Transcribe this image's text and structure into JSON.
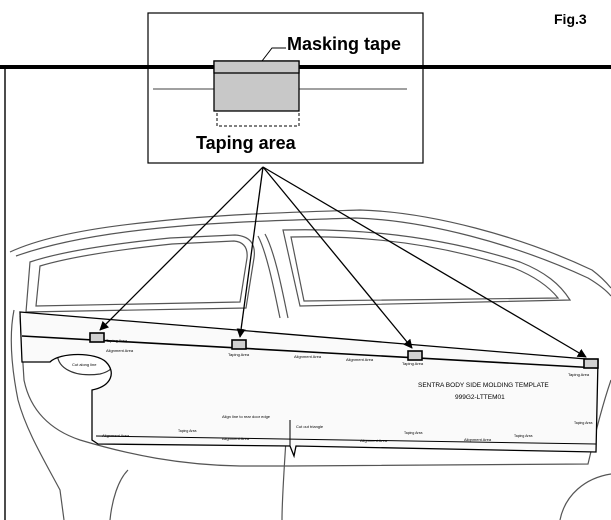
{
  "figure": {
    "fig_label": "Fig.3",
    "inset": {
      "masking_tape_label": "Masking tape",
      "taping_area_label": "Taping area"
    },
    "template": {
      "title": "SENTRA BODY SIDE MOLDING TEMPLATE",
      "part_number": "999G2-LTTEM01",
      "taping_area_small": "Taping Area",
      "alignment_area": "Alignment Area",
      "cut_along_line": "Cut along line",
      "align_line_note": "Align line to rear door edge",
      "cut_out_triangle": "Cut out triangle"
    }
  }
}
